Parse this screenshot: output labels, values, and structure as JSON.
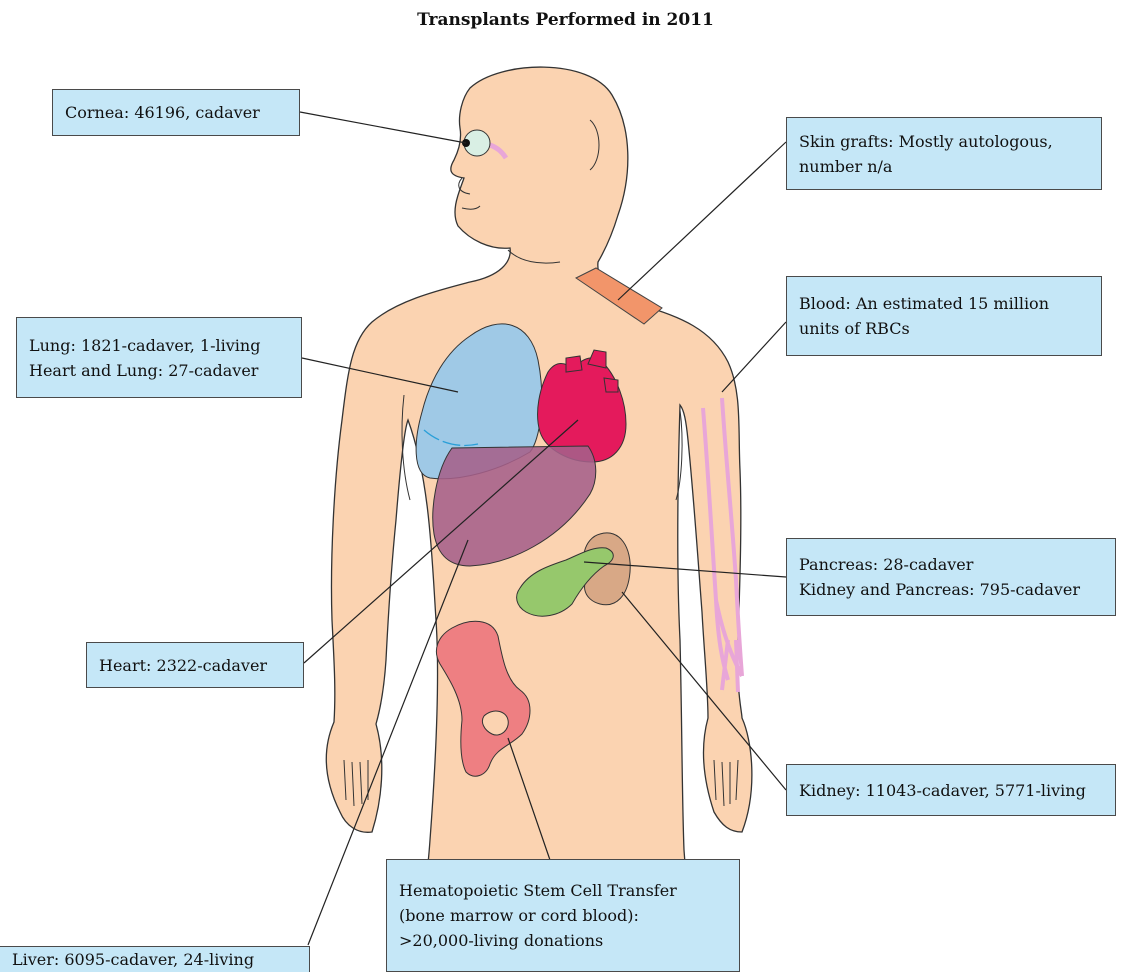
{
  "title": "Transplants Performed in 2011",
  "colors": {
    "skin": "#fbd3b1",
    "callout_fill": "#c5e7f7",
    "lung": "#9fc9e6",
    "heart": "#e41a5c",
    "liver": "#a5608a",
    "pancreas": "#96c86c",
    "kidney": "#d8a886",
    "pelvis": "#ee7f82",
    "skin_graft": "#f2956a",
    "vessel": "#e8a6d8"
  },
  "callouts": {
    "cornea": {
      "lines": [
        "Cornea: 46196, cadaver"
      ]
    },
    "skin_grafts": {
      "lines": [
        "Skin grafts: Mostly autologous,",
        "number n/a"
      ]
    },
    "blood": {
      "lines": [
        "Blood: An estimated 15 million",
        "units of RBCs"
      ]
    },
    "lung": {
      "lines": [
        "Lung: 1821-cadaver, 1-living",
        "Heart and Lung: 27-cadaver"
      ]
    },
    "pancreas": {
      "lines": [
        "Pancreas: 28-cadaver",
        "Kidney and Pancreas: 795-cadaver"
      ]
    },
    "heart": {
      "lines": [
        "Heart: 2322-cadaver"
      ]
    },
    "kidney": {
      "lines": [
        "Kidney: 11043-cadaver, 5771-living"
      ]
    },
    "stem_cell": {
      "lines": [
        "Hematopoietic Stem Cell Transfer",
        "(bone marrow or cord blood):",
        ">20,000-living donations"
      ]
    },
    "liver": {
      "lines": [
        "Liver: 6095-cadaver, 24-living"
      ]
    }
  }
}
